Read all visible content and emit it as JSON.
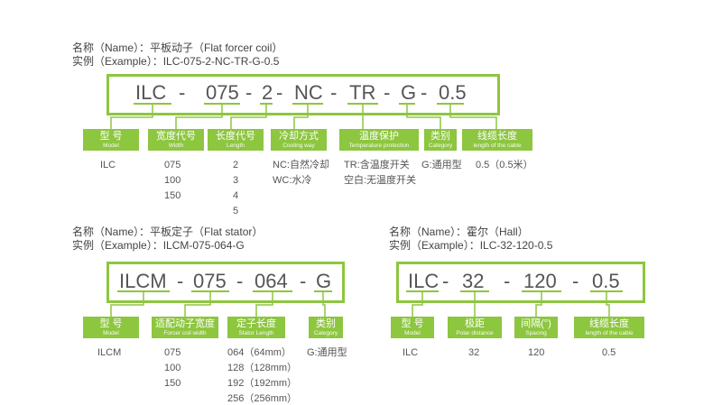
{
  "colors": {
    "accent": "#8dc63f",
    "text": "#555555"
  },
  "coil": {
    "name_line": "名称（Name）：平板动子（Flat forcer coil）",
    "example_line": "实例（Example）：ILC-075-2-NC-TR-G-0.5",
    "segments": [
      "ILC",
      "-",
      "075",
      "-",
      "2",
      "-",
      "NC",
      "-",
      "TR",
      "-",
      "G",
      "-",
      "0.5"
    ],
    "labels": [
      {
        "cn": "型 号",
        "en": "Model"
      },
      {
        "cn": "宽度代号",
        "en": "Width"
      },
      {
        "cn": "长度代号",
        "en": "Length"
      },
      {
        "cn": "冷却方式",
        "en": "Cooling way"
      },
      {
        "cn": "温度保护",
        "en": "Temperature protection"
      },
      {
        "cn": "类别",
        "en": "Category"
      },
      {
        "cn": "线缆长度",
        "en": "length of the cable"
      }
    ],
    "values": [
      [
        "ILC"
      ],
      [
        "075",
        "100",
        "150"
      ],
      [
        "2",
        "3",
        "4",
        "5"
      ],
      [
        "NC:自然冷却",
        "WC:水冷"
      ],
      [
        "TR:含温度开关",
        "空白:无温度开关"
      ],
      [
        "G:通用型"
      ],
      [
        "0.5（0.5米）"
      ]
    ]
  },
  "stator": {
    "name_line": "名称（Name）：平板定子（Flat stator）",
    "example_line": "实例（Example）：ILCM-075-064-G",
    "segments": [
      "ILCM",
      "-",
      "075",
      "-",
      "064",
      "-",
      "G"
    ],
    "labels": [
      {
        "cn": "型 号",
        "en": "Model"
      },
      {
        "cn": "适配动子宽度",
        "en": "Forcer coil width"
      },
      {
        "cn": "定子长度",
        "en": "Stator Length"
      },
      {
        "cn": "类别",
        "en": "Category"
      }
    ],
    "values": [
      [
        "ILCM"
      ],
      [
        "075",
        "100",
        "150"
      ],
      [
        "064（64mm）",
        "128（128mm）",
        "192（192mm）",
        "256（256mm）"
      ],
      [
        "G:通用型"
      ]
    ]
  },
  "hall": {
    "name_line": "名称（Name）：霍尔（Hall）",
    "example_line": "实例（Example）：ILC-32-120-0.5",
    "segments": [
      "ILC",
      "-",
      "32",
      "-",
      "120",
      "-",
      "0.5"
    ],
    "labels": [
      {
        "cn": "型 号",
        "en": "Model"
      },
      {
        "cn": "极距",
        "en": "Polar distance"
      },
      {
        "cn": "间隔(°)",
        "en": "Spacing"
      },
      {
        "cn": "线缆长度",
        "en": "length of the cable"
      }
    ],
    "values": [
      [
        "ILC"
      ],
      [
        "32"
      ],
      [
        "120"
      ],
      [
        "0.5"
      ]
    ]
  }
}
